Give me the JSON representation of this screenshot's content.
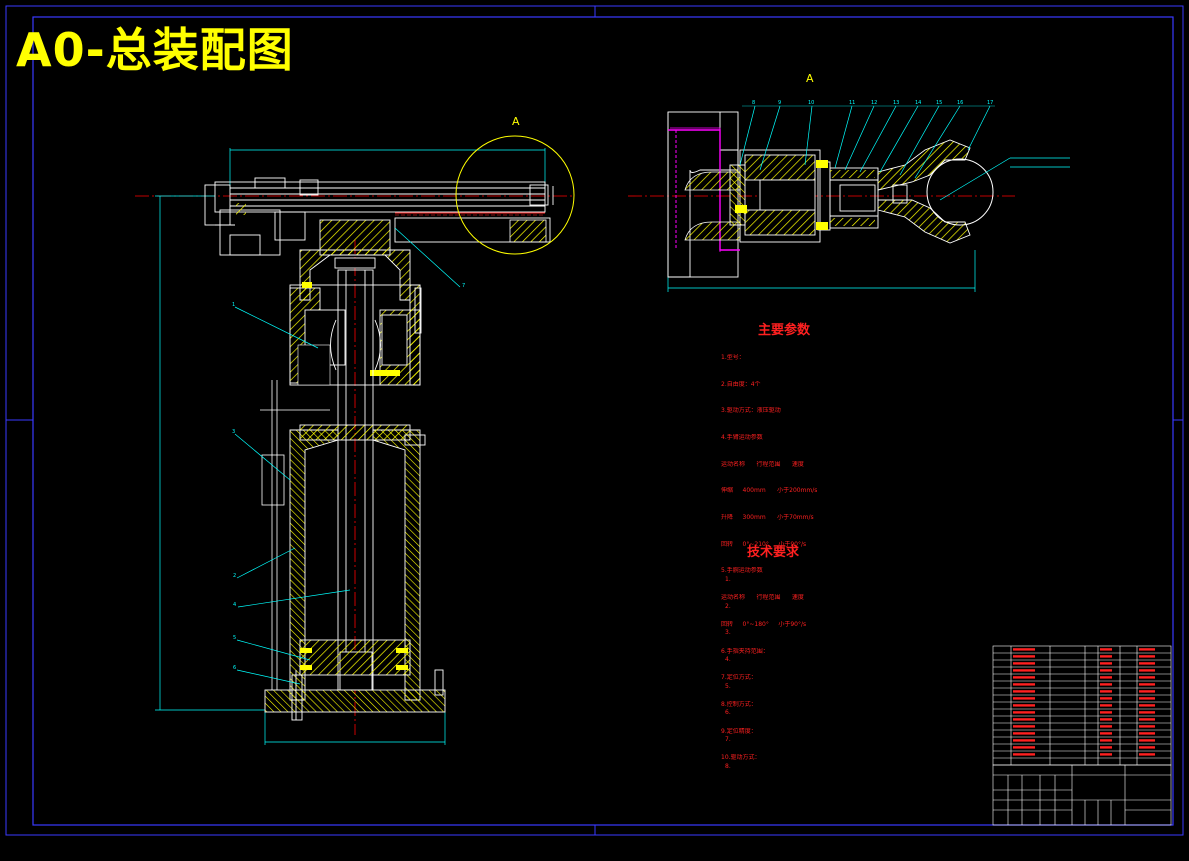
{
  "drawing": {
    "title": "A0-总装配图",
    "view_label_circle": "A",
    "view_label_detail": "A"
  },
  "main_params": {
    "title": "主要参数",
    "lines": [
      "1.型号：",
      "2.自由度：4个",
      "3.驱动方式：液压驱动",
      "4.手臂运动参数",
      "运动名称      行程范围      速度",
      "伸缩     400mm      小于200mm/s",
      "升降     300mm      小于70mm/s",
      "回转     0°~210°     小于90°/s",
      "5.手腕运动参数",
      "运动名称      行程范围      速度",
      "回转     0°~180°     小于90°/s",
      "6.手指夹持范围：",
      "7.定位方式：",
      "8.控制方式：",
      "9.定位精度：",
      "10.驱动方式："
    ]
  },
  "tech_req": {
    "title": "技术要求",
    "lines": [
      "1.",
      "2.",
      "3.",
      "4.",
      "5.",
      "6.",
      "7.",
      "8.",
      "",
      "",
      ""
    ]
  },
  "colors": {
    "frame": "#3a3aff",
    "outline": "#ffffff",
    "hatch": "#ffff00",
    "part": "#ff2020",
    "center": "#ff0000",
    "dim": "#00ffff",
    "magenta": "#ff00ff",
    "green": "#00ff00",
    "text": "#ffff00"
  }
}
